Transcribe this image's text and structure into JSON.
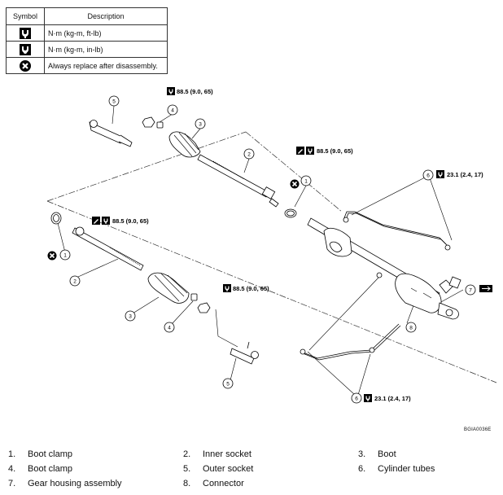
{
  "legend": {
    "headers": {
      "symbol": "Symbol",
      "description": "Description"
    },
    "rows": [
      {
        "icon": "torque-wrench-icon",
        "description": "N·m (kg-m, ft-lb)"
      },
      {
        "icon": "torque-wrench-small-icon",
        "description": "N·m (kg-m, in-lb)"
      },
      {
        "icon": "always-replace-icon",
        "description": "Always replace after disassembly."
      }
    ]
  },
  "torque_labels": {
    "outer_nut_top": "88.5 (9.0, 65)",
    "inner_socket_top": "88.5 (9.0, 65)",
    "inner_socket_bottom": "88.5 (9.0, 65)",
    "outer_nut_bottom": "88.5 (9.0, 65)",
    "cylinder_tubes_top": "23.1 (2.4, 17)",
    "cylinder_tubes_bottom": "23.1 (2.4, 17)"
  },
  "callouts": {
    "c1a": "1",
    "c1b": "1",
    "c2a": "2",
    "c2b": "2",
    "c3a": "3",
    "c3b": "3",
    "c4a": "4",
    "c4b": "4",
    "c5a": "5",
    "c5b": "5",
    "c6a": "6",
    "c6b": "6",
    "c7": "7",
    "c8": "8"
  },
  "figure_id": "BGIA0036E",
  "parts": [
    [
      {
        "num": "1.",
        "name": "Boot clamp"
      },
      {
        "num": "2.",
        "name": "Inner socket"
      },
      {
        "num": "3.",
        "name": "Boot"
      }
    ],
    [
      {
        "num": "4.",
        "name": "Boot clamp"
      },
      {
        "num": "5.",
        "name": "Outer socket"
      },
      {
        "num": "6.",
        "name": "Cylinder tubes"
      }
    ],
    [
      {
        "num": "7.",
        "name": "Gear housing assembly"
      },
      {
        "num": "8.",
        "name": "Connector"
      },
      {
        "num": "",
        "name": ""
      }
    ]
  ]
}
